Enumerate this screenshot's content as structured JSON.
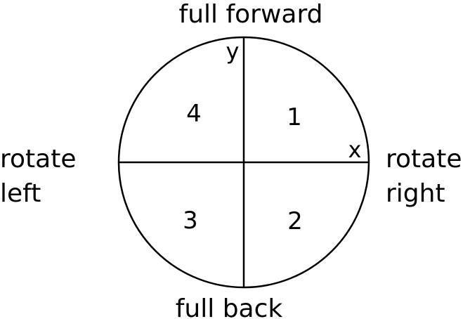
{
  "labels": {
    "top": "full forward",
    "bottom": "full back",
    "left_line1": "rotate",
    "left_line2": "left",
    "right_line1": "rotate",
    "right_line2": "right"
  },
  "axes": {
    "y": "y",
    "x": "x"
  },
  "quadrants": {
    "q1": "1",
    "q2": "2",
    "q3": "3",
    "q4": "4"
  },
  "colors": {
    "stroke": "#000000",
    "background": "#ffffff"
  }
}
